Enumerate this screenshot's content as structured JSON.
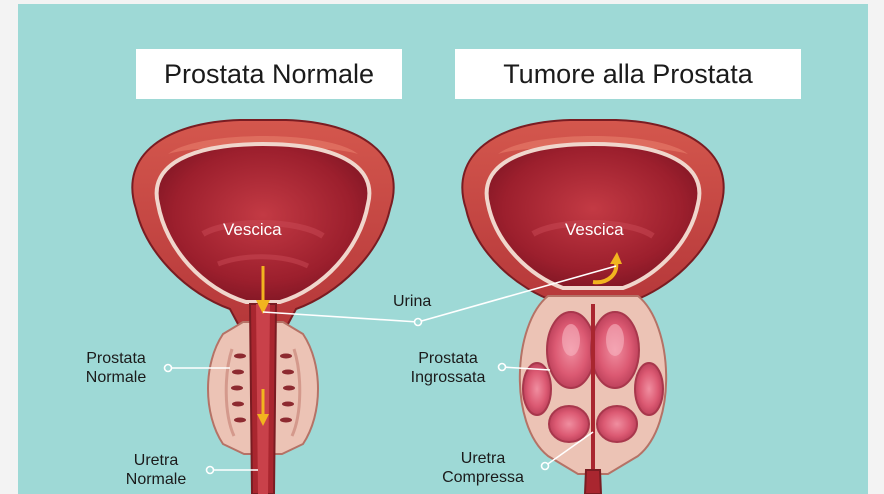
{
  "titles": {
    "left": "Prostata Normale",
    "right": "Tumore alla Prostata"
  },
  "labels": {
    "bladder_left": "Vescica",
    "bladder_right": "Vescica",
    "urine": "Urina",
    "normal_prostate_line1": "Prostata",
    "normal_prostate_line2": "Normale",
    "enlarged_prostate_line1": "Prostata",
    "enlarged_prostate_line2": "Ingrossata",
    "normal_urethra_line1": "Uretra",
    "normal_urethra_line2": "Normale",
    "compressed_urethra_line1": "Uretra",
    "compressed_urethra_line2": "Compressa"
  },
  "colors": {
    "background": "#9ed9d6",
    "bladder_outer": "#c8453f",
    "bladder_inner": "#9e1f2c",
    "prostate_normal": "#ecc3b5",
    "prostate_enlarged_lobes": "#e0607a",
    "urine_arrow": "#f2b41f",
    "leader_line": "#ffffff"
  }
}
